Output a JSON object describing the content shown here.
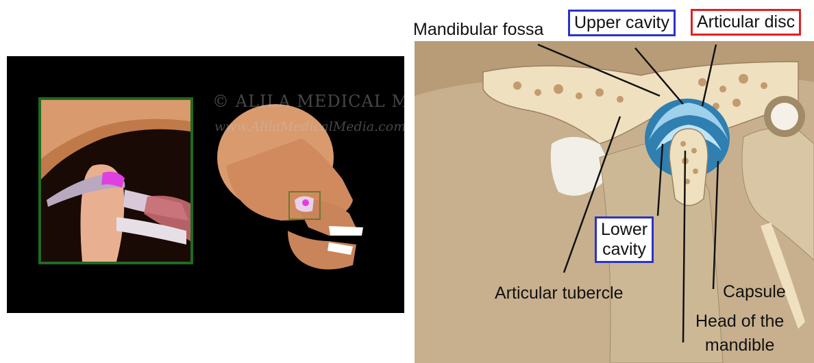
{
  "watermark": {
    "line1": "© ALILA MEDICAL MEDIA",
    "line2": "www.AlilaMedicalMedia.com"
  },
  "labels": {
    "mandibular_fossa": "Mandibular fossa",
    "upper_cavity": "Upper cavity",
    "articular_disc": "Articular disc",
    "lower_cavity_line1": "Lower",
    "lower_cavity_line2": "cavity",
    "articular_tubercle": "Articular tubercle",
    "capsule": "Capsule",
    "head_line1": "Head of the",
    "head_line2": "mandible"
  },
  "colors": {
    "inset_frame": "#1f6b1f",
    "disc_highlight": "#e040e0",
    "upper_cavity_box": "#2a33c8",
    "lower_cavity_box": "#2a33c8",
    "articular_disc_box": "#e02020",
    "joint_blue": "#2f7fb0"
  }
}
